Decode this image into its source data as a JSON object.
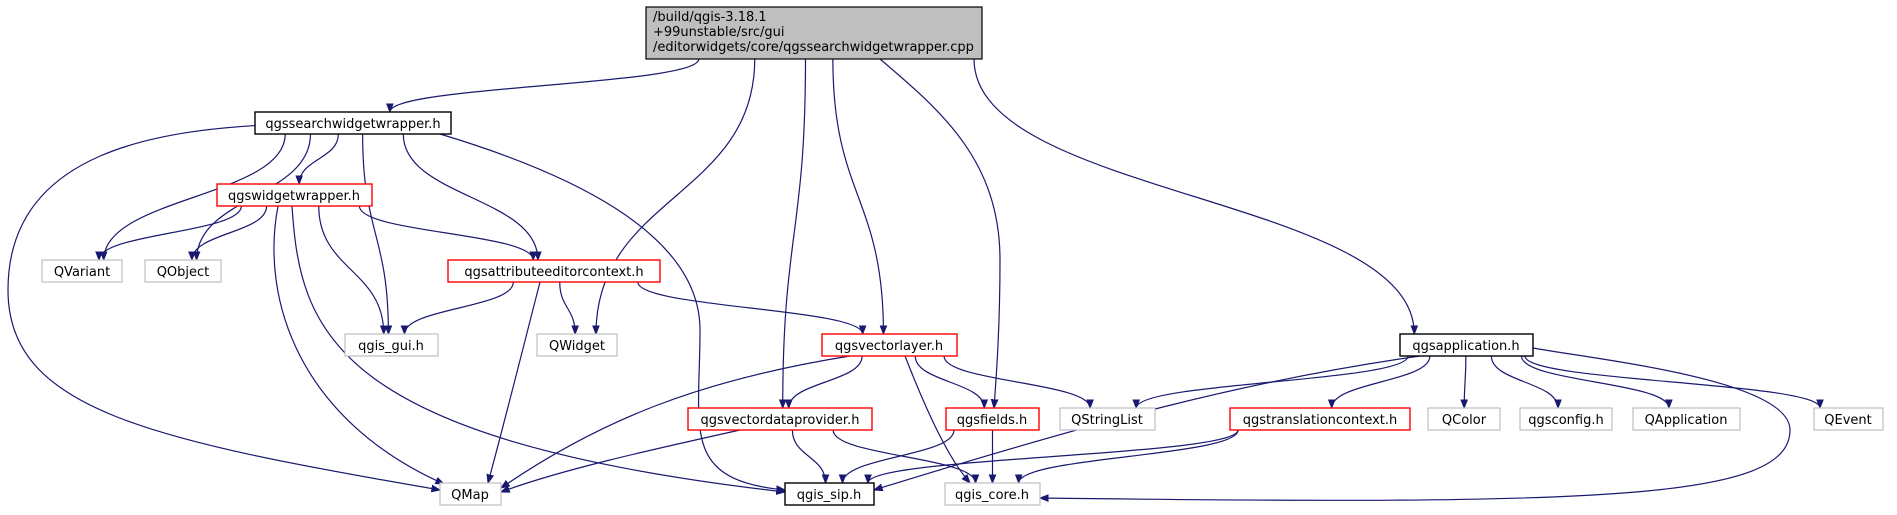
{
  "colors": {
    "edge": "#191970",
    "root_fill": "#bfbfbf",
    "documented_border": "#000000",
    "incomplete_border": "#ff0000",
    "external_border": "#bfbfbf"
  },
  "nodes": {
    "root": {
      "lines": [
        "/build/qgis-3.18.1",
        "+99unstable/src/gui",
        "/editorwidgets/core/qgssearchwidgetwrapper.cpp"
      ],
      "kind": "root"
    },
    "qgssearchwidgetwrapper_h": {
      "label": "qgssearchwidgetwrapper.h",
      "kind": "black"
    },
    "qgswidgetwrapper_h": {
      "label": "qgswidgetwrapper.h",
      "kind": "red"
    },
    "qvariant": {
      "label": "QVariant",
      "kind": "gray"
    },
    "qobject": {
      "label": "QObject",
      "kind": "gray"
    },
    "qgsattributeeditorcontext_h": {
      "label": "qgsattributeeditorcontext.h",
      "kind": "red"
    },
    "qgis_gui_h": {
      "label": "qgis_gui.h",
      "kind": "gray"
    },
    "qwidget": {
      "label": "QWidget",
      "kind": "gray"
    },
    "qgsvectorlayer_h": {
      "label": "qgsvectorlayer.h",
      "kind": "red"
    },
    "qgsapplication_h": {
      "label": "qgsapplication.h",
      "kind": "black"
    },
    "qgsvectordataprovider_h": {
      "label": "qgsvectordataprovider.h",
      "kind": "red"
    },
    "qgsfields_h": {
      "label": "qgsfields.h",
      "kind": "red"
    },
    "qstringlist": {
      "label": "QStringList",
      "kind": "gray"
    },
    "qgstranslationcontext_h": {
      "label": "qgstranslationcontext.h",
      "kind": "red"
    },
    "qcolor": {
      "label": "QColor",
      "kind": "gray"
    },
    "qgsconfig_h": {
      "label": "qgsconfig.h",
      "kind": "gray"
    },
    "qapplication": {
      "label": "QApplication",
      "kind": "gray"
    },
    "qevent": {
      "label": "QEvent",
      "kind": "gray"
    },
    "qmap": {
      "label": "QMap",
      "kind": "gray"
    },
    "qgis_sip_h": {
      "label": "qgis_sip.h",
      "kind": "black"
    },
    "qgis_core_h": {
      "label": "qgis_core.h",
      "kind": "gray"
    }
  },
  "edges": [
    [
      "root",
      "qgssearchwidgetwrapper_h"
    ],
    [
      "root",
      "qwidget"
    ],
    [
      "root",
      "qgsvectordataprovider_h"
    ],
    [
      "root",
      "qgsvectorlayer_h"
    ],
    [
      "root",
      "qgsfields_h"
    ],
    [
      "root",
      "qgsapplication_h"
    ],
    [
      "qgssearchwidgetwrapper_h",
      "qgswidgetwrapper_h"
    ],
    [
      "qgssearchwidgetwrapper_h",
      "qvariant"
    ],
    [
      "qgssearchwidgetwrapper_h",
      "qobject"
    ],
    [
      "qgssearchwidgetwrapper_h",
      "qgis_gui_h"
    ],
    [
      "qgssearchwidgetwrapper_h",
      "qgsattributeeditorcontext_h"
    ],
    [
      "qgssearchwidgetwrapper_h",
      "qmap"
    ],
    [
      "qgssearchwidgetwrapper_h",
      "qgis_sip_h"
    ],
    [
      "qgswidgetwrapper_h",
      "qvariant"
    ],
    [
      "qgswidgetwrapper_h",
      "qobject"
    ],
    [
      "qgswidgetwrapper_h",
      "qgsattributeeditorcontext_h"
    ],
    [
      "qgswidgetwrapper_h",
      "qgis_gui_h"
    ],
    [
      "qgswidgetwrapper_h",
      "qmap"
    ],
    [
      "qgswidgetwrapper_h",
      "qgis_sip_h"
    ],
    [
      "qgsattributeeditorcontext_h",
      "qgis_gui_h"
    ],
    [
      "qgsattributeeditorcontext_h",
      "qwidget"
    ],
    [
      "qgsattributeeditorcontext_h",
      "qgsvectorlayer_h"
    ],
    [
      "qgsattributeeditorcontext_h",
      "qmap"
    ],
    [
      "qgsvectorlayer_h",
      "qgsvectordataprovider_h"
    ],
    [
      "qgsvectorlayer_h",
      "qgsfields_h"
    ],
    [
      "qgsvectorlayer_h",
      "qstringlist"
    ],
    [
      "qgsvectorlayer_h",
      "qmap"
    ],
    [
      "qgsvectorlayer_h",
      "qgis_core_h"
    ],
    [
      "qgsvectordataprovider_h",
      "qmap"
    ],
    [
      "qgsvectordataprovider_h",
      "qgis_sip_h"
    ],
    [
      "qgsvectordataprovider_h",
      "qgis_core_h"
    ],
    [
      "qgsfields_h",
      "qgis_sip_h"
    ],
    [
      "qgsfields_h",
      "qgis_core_h"
    ],
    [
      "qgsapplication_h",
      "qstringlist"
    ],
    [
      "qgsapplication_h",
      "qgstranslationcontext_h"
    ],
    [
      "qgsapplication_h",
      "qcolor"
    ],
    [
      "qgsapplication_h",
      "qgsconfig_h"
    ],
    [
      "qgsapplication_h",
      "qapplication"
    ],
    [
      "qgsapplication_h",
      "qevent"
    ],
    [
      "qgsapplication_h",
      "qgis_sip_h"
    ],
    [
      "qgsapplication_h",
      "qgis_core_h"
    ],
    [
      "qgstranslationcontext_h",
      "qgis_sip_h"
    ],
    [
      "qgstranslationcontext_h",
      "qgis_core_h"
    ]
  ]
}
